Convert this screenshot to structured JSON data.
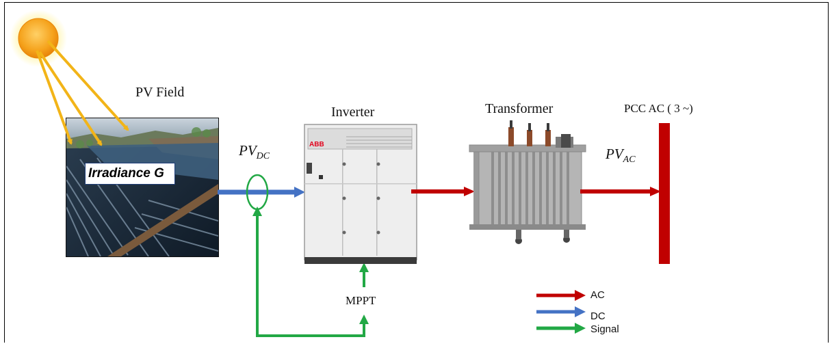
{
  "pv_field": {
    "title": "PV Field",
    "irradiance": "Irradiance G"
  },
  "dc_label": {
    "base": "PV",
    "sub": "DC"
  },
  "ac_label": {
    "base": "PV",
    "sub": "AC"
  },
  "inverter": {
    "title": "Inverter",
    "brand": "ABB"
  },
  "transformer": {
    "title": "Transformer"
  },
  "pcc": {
    "title": "PCC AC ( 3 ~)"
  },
  "mppt": {
    "label": "MPPT"
  },
  "legend": [
    {
      "label": "AC",
      "color": "#c00000"
    },
    {
      "label": "DC",
      "color": "#4472c4"
    },
    {
      "label": "Signal",
      "color": "#22a845"
    }
  ],
  "colors": {
    "ac": "#c00000",
    "dc": "#4472c4",
    "signal": "#22a845",
    "sun": "#f5a21b",
    "ray": "#f2b418"
  }
}
